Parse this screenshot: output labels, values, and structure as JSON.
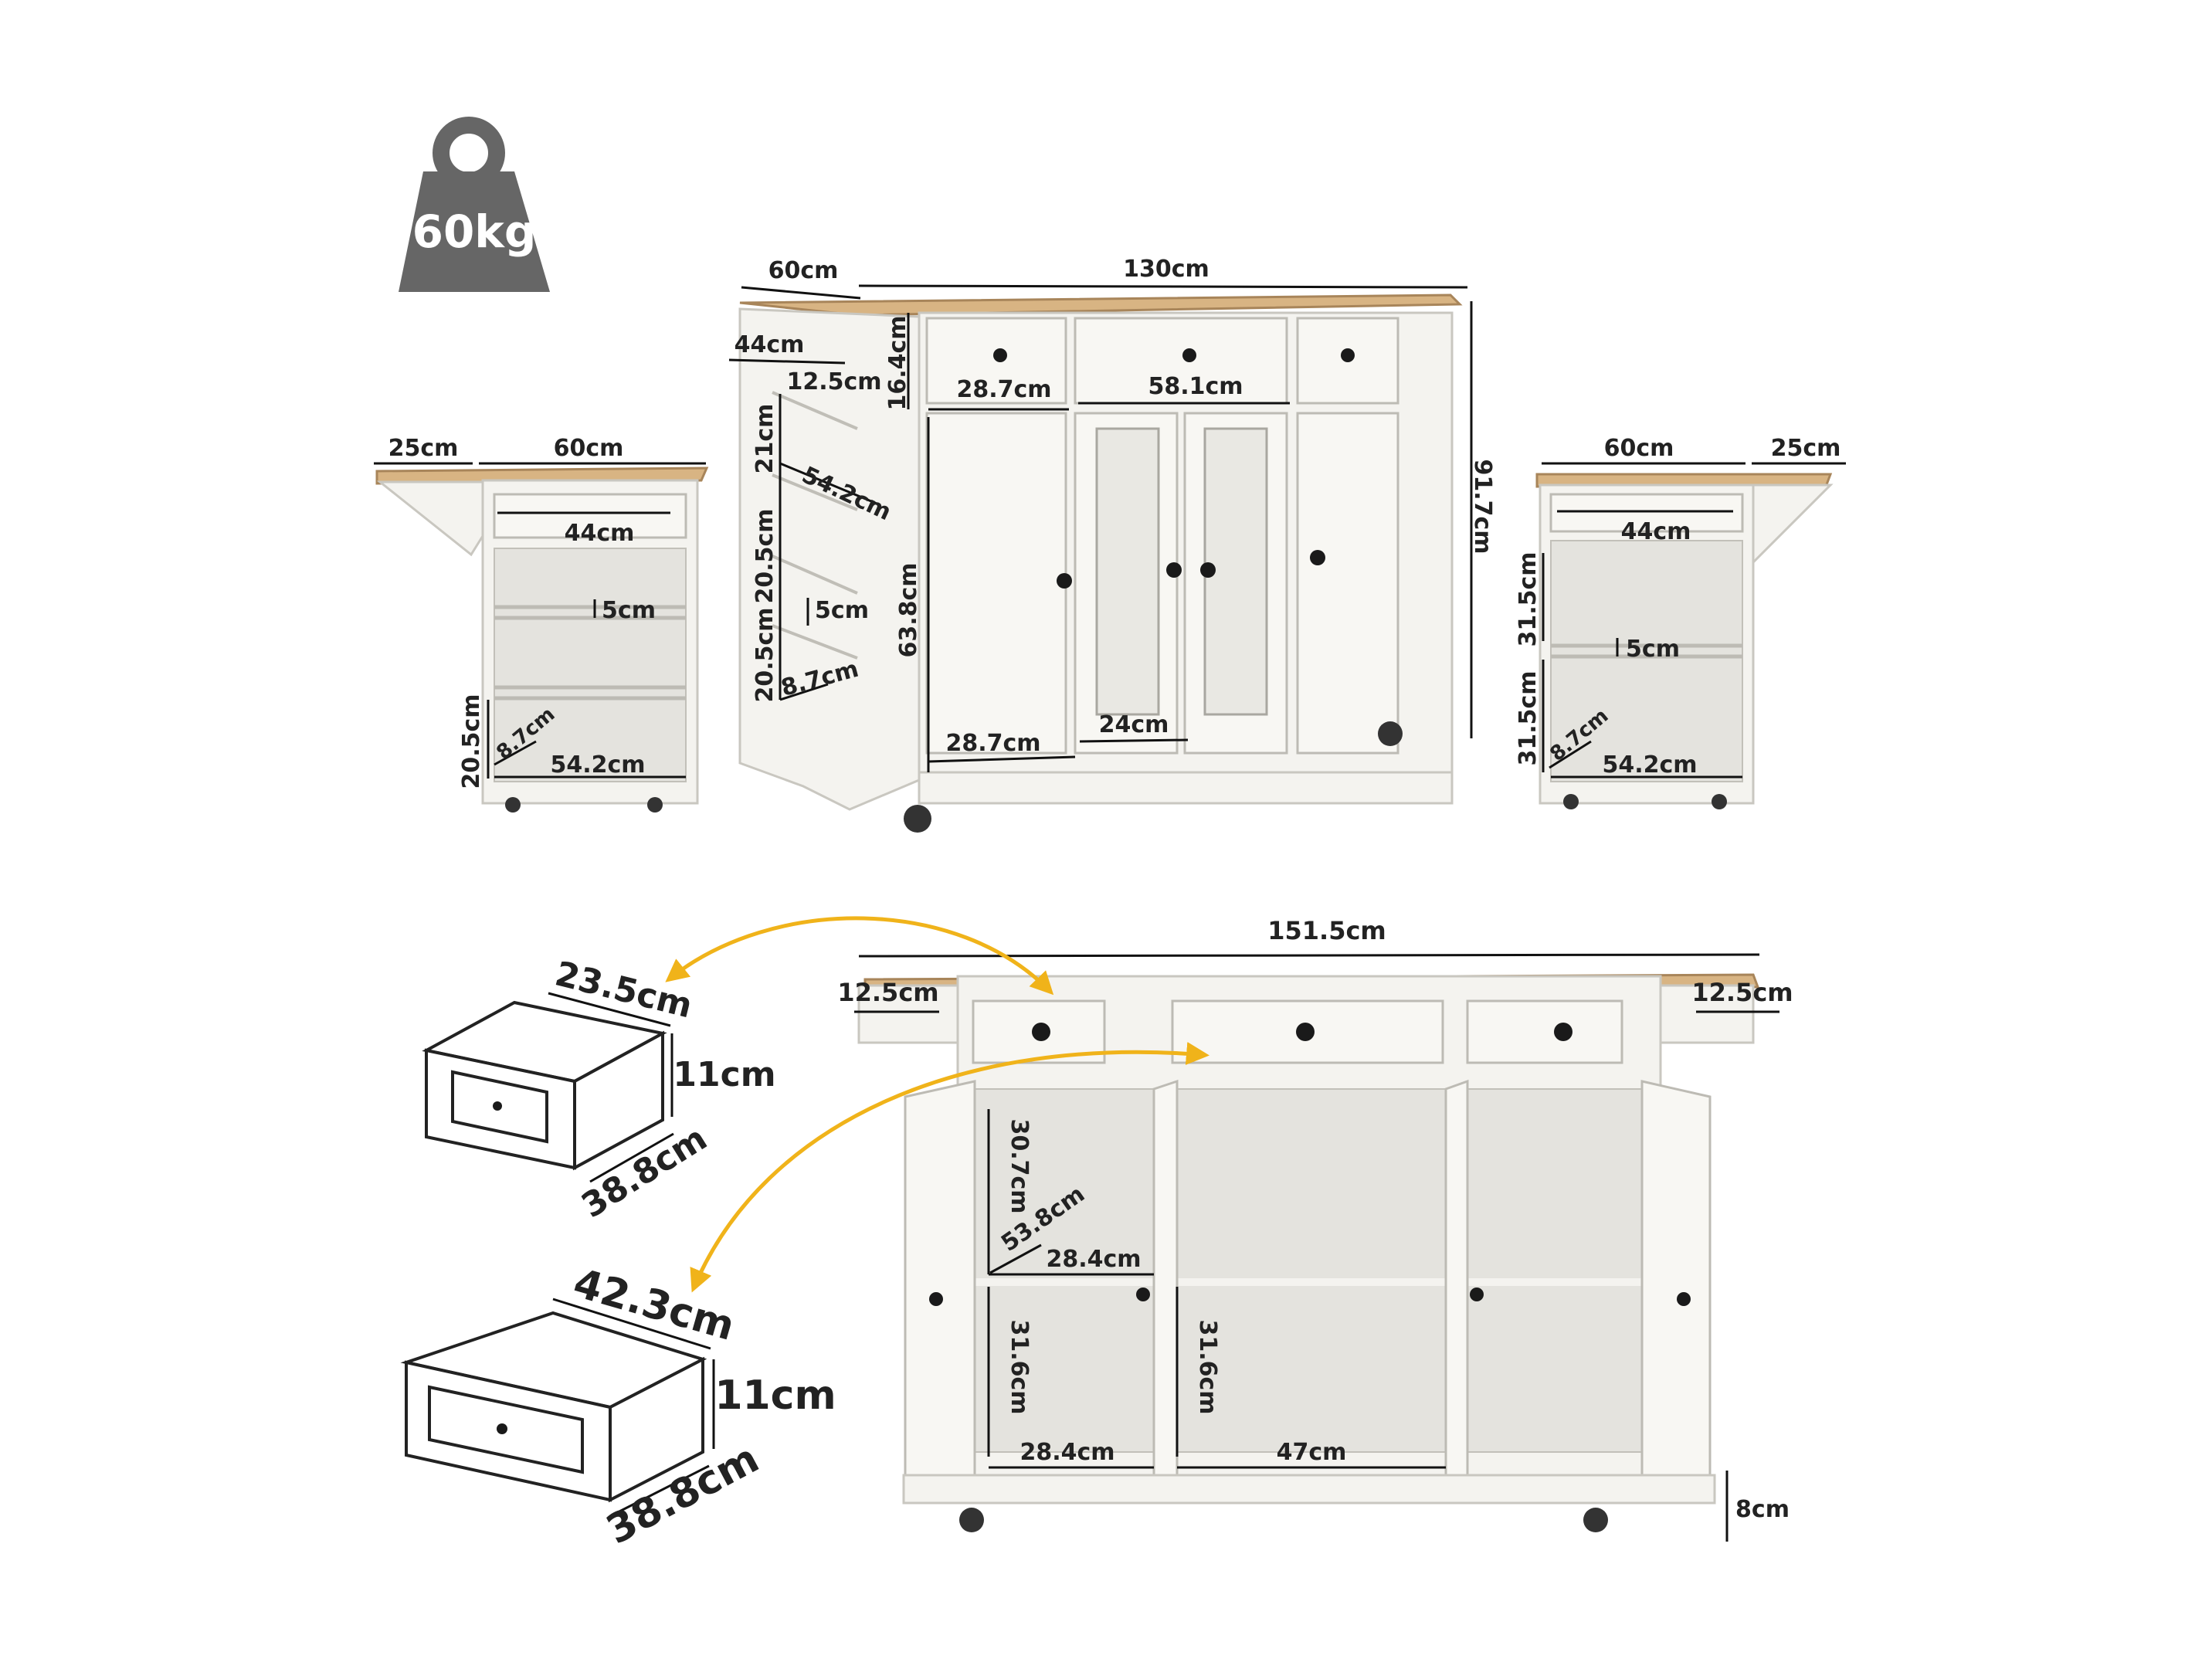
{
  "weight": {
    "label": "60kg",
    "icon": "weight-icon"
  },
  "front_view": {
    "depth": "60cm",
    "width": "130cm",
    "height": "91.7cm",
    "rack_depth": "44cm",
    "rack_gap": "12.5cm",
    "drawer_height": "16.4cm",
    "left_drawer_width": "28.7cm",
    "middle_drawer_width": "58.1cm",
    "shelf1": "21cm",
    "shelf_depth": "54.2cm",
    "shelf2": "20.5cm",
    "rail": "5cm",
    "shelf3": "20.5cm",
    "rail_height": "8.7cm",
    "door_height": "63.8cm",
    "bottom_left_width": "28.7cm",
    "glass_width": "24cm"
  },
  "left_side": {
    "flap": "25cm",
    "depth": "60cm",
    "rack_width": "44cm",
    "rail": "5cm",
    "shelf_height": "20.5cm",
    "rail_height": "8.7cm",
    "shelf_depth": "54.2cm"
  },
  "right_side": {
    "depth": "60cm",
    "flap": "25cm",
    "rack_width": "44cm",
    "upper_height": "31.5cm",
    "rail": "5cm",
    "lower_height": "31.5cm",
    "rail_height": "8.7cm",
    "shelf_depth": "54.2cm"
  },
  "open_view": {
    "total_width": "151.5cm",
    "left_overhang": "12.5cm",
    "right_overhang": "12.5cm",
    "upper_height": "30.7cm",
    "inner_depth": "53.8cm",
    "left_width_upper": "28.4cm",
    "left_lower_height": "31.6cm",
    "middle_lower_height": "31.6cm",
    "left_width_lower": "28.4cm",
    "middle_width": "47cm",
    "leg_height": "8cm"
  },
  "small_drawer": {
    "width": "23.5cm",
    "height": "11cm",
    "depth": "38.8cm"
  },
  "large_drawer": {
    "width": "42.3cm",
    "height": "11cm",
    "depth": "38.8cm"
  },
  "colors": {
    "accent_arrow": "#f0b31a",
    "wood": "#d8b483",
    "cabinet": "#f4f3ef"
  }
}
